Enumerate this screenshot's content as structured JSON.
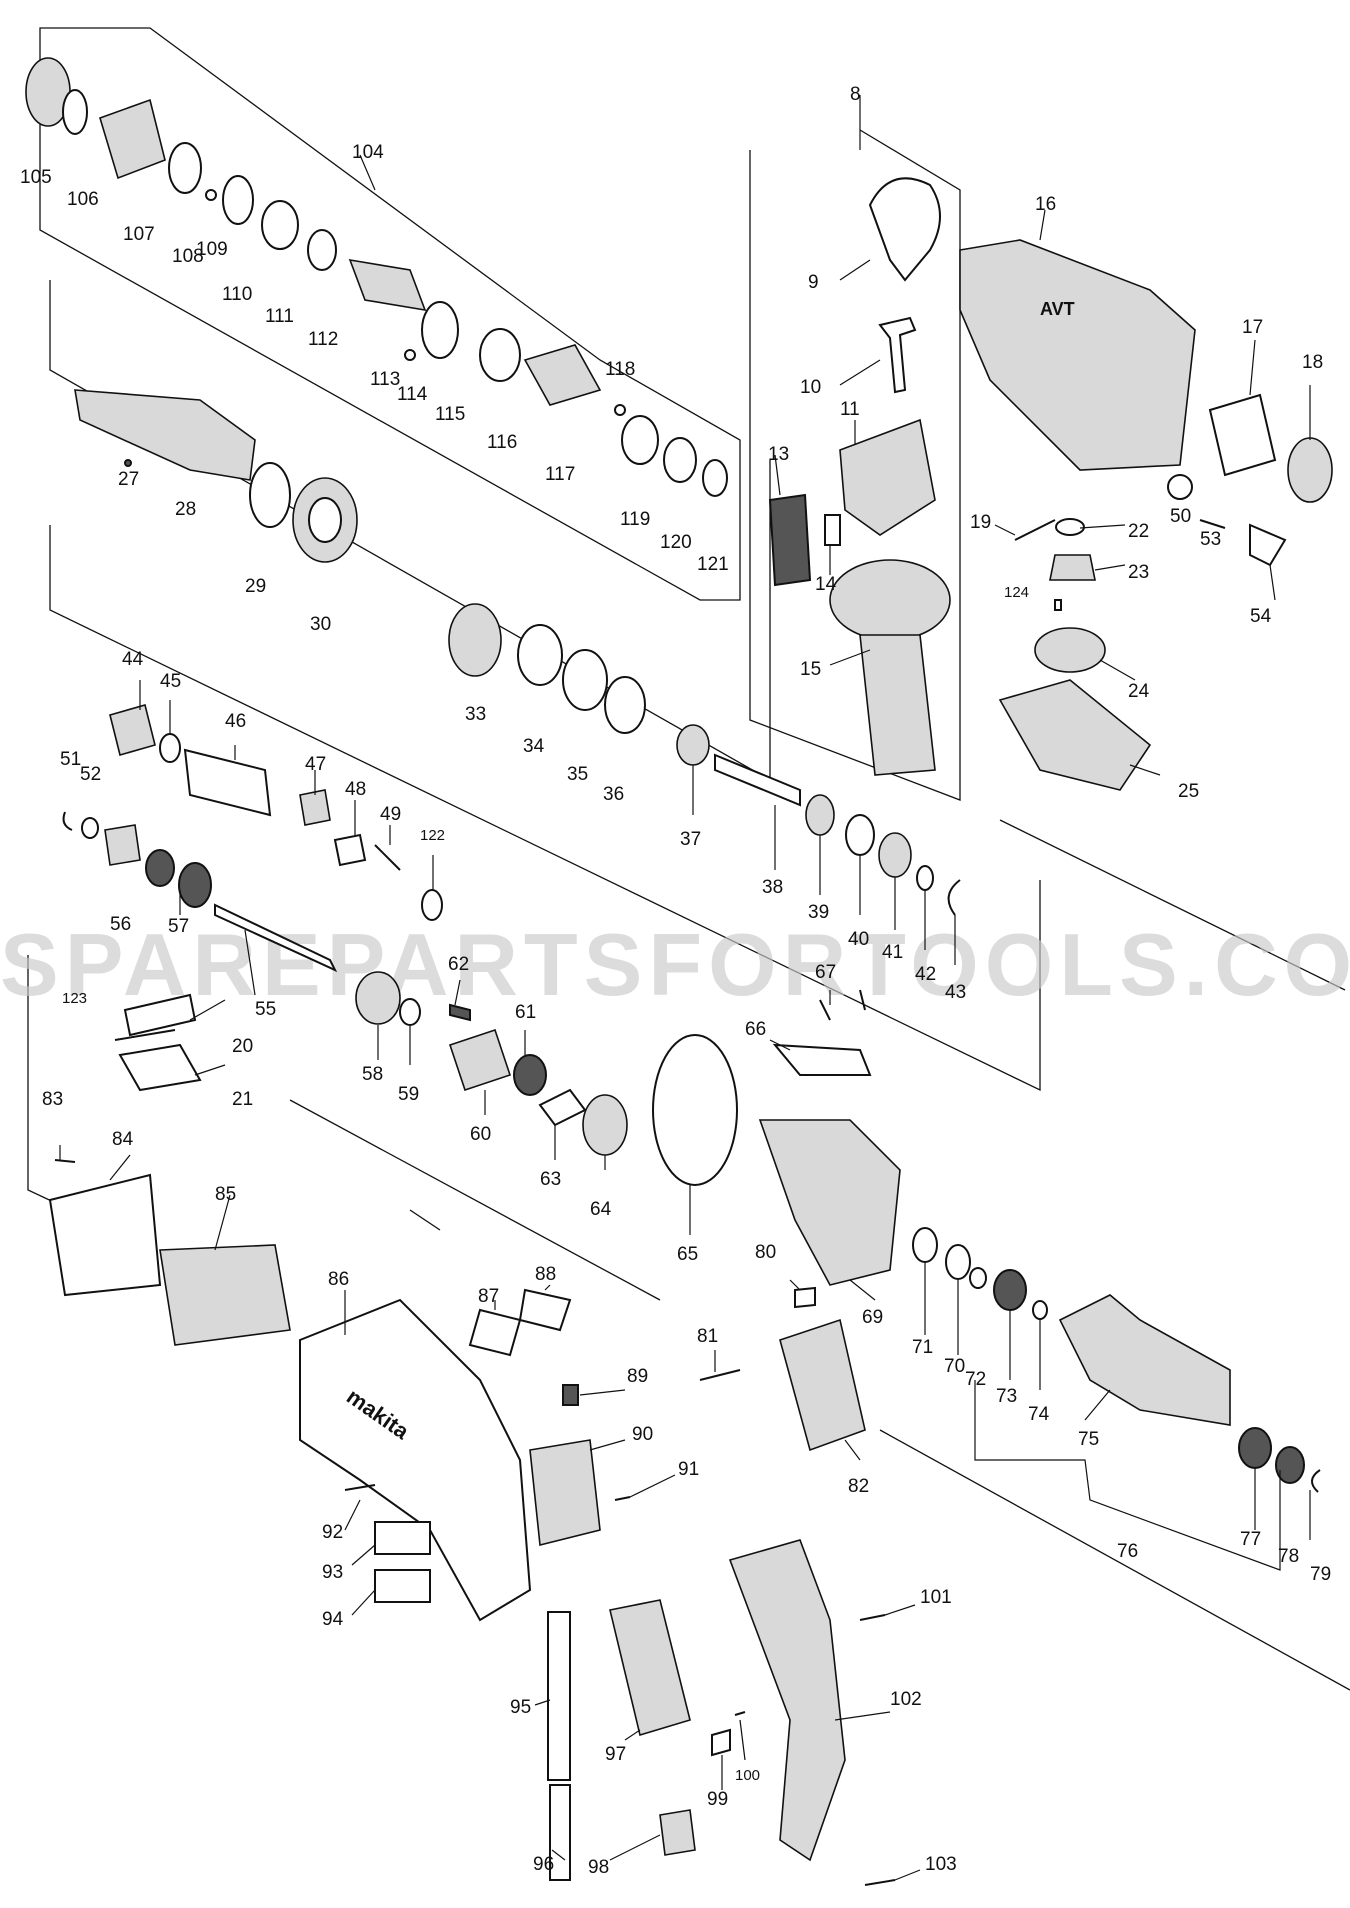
{
  "watermark": "SPAREPARTSFORTOOLS.COM.AU",
  "brand_text": "makita",
  "avt_text": "AVT",
  "parts": [
    {
      "id": "p105",
      "label": "105"
    },
    {
      "id": "p106",
      "label": "106"
    },
    {
      "id": "p107",
      "label": "107"
    },
    {
      "id": "p108",
      "label": "108"
    },
    {
      "id": "p109",
      "label": "109"
    },
    {
      "id": "p110",
      "label": "110"
    },
    {
      "id": "p111",
      "label": "111"
    },
    {
      "id": "p112",
      "label": "112"
    },
    {
      "id": "p104",
      "label": "104"
    },
    {
      "id": "p113",
      "label": "113"
    },
    {
      "id": "p114",
      "label": "114"
    },
    {
      "id": "p115",
      "label": "115"
    },
    {
      "id": "p116",
      "label": "116"
    },
    {
      "id": "p117",
      "label": "117"
    },
    {
      "id": "p118",
      "label": "118"
    },
    {
      "id": "p119",
      "label": "119"
    },
    {
      "id": "p120",
      "label": "120"
    },
    {
      "id": "p121",
      "label": "121"
    },
    {
      "id": "p27",
      "label": "27"
    },
    {
      "id": "p28",
      "label": "28"
    },
    {
      "id": "p29",
      "label": "29"
    },
    {
      "id": "p30",
      "label": "30"
    },
    {
      "id": "p8",
      "label": "8"
    },
    {
      "id": "p9",
      "label": "9"
    },
    {
      "id": "p10",
      "label": "10"
    },
    {
      "id": "p11",
      "label": "11"
    },
    {
      "id": "p13",
      "label": "13"
    },
    {
      "id": "p14",
      "label": "14"
    },
    {
      "id": "p15",
      "label": "15"
    },
    {
      "id": "p16",
      "label": "16"
    },
    {
      "id": "p17",
      "label": "17"
    },
    {
      "id": "p18",
      "label": "18"
    },
    {
      "id": "p19",
      "label": "19"
    },
    {
      "id": "p22",
      "label": "22"
    },
    {
      "id": "p23",
      "label": "23"
    },
    {
      "id": "p24",
      "label": "24"
    },
    {
      "id": "p25",
      "label": "25"
    },
    {
      "id": "p50",
      "label": "50"
    },
    {
      "id": "p53",
      "label": "53"
    },
    {
      "id": "p54",
      "label": "54"
    },
    {
      "id": "p124",
      "label": "124"
    },
    {
      "id": "p33",
      "label": "33"
    },
    {
      "id": "p34",
      "label": "34"
    },
    {
      "id": "p35",
      "label": "35"
    },
    {
      "id": "p36",
      "label": "36"
    },
    {
      "id": "p44",
      "label": "44"
    },
    {
      "id": "p45",
      "label": "45"
    },
    {
      "id": "p46",
      "label": "46"
    },
    {
      "id": "p47",
      "label": "47"
    },
    {
      "id": "p48",
      "label": "48"
    },
    {
      "id": "p49",
      "label": "49"
    },
    {
      "id": "p122",
      "label": "122"
    },
    {
      "id": "p51",
      "label": "51"
    },
    {
      "id": "p52",
      "label": "52"
    },
    {
      "id": "p56",
      "label": "56"
    },
    {
      "id": "p57",
      "label": "57"
    },
    {
      "id": "p55",
      "label": "55"
    },
    {
      "id": "p58",
      "label": "58"
    },
    {
      "id": "p59",
      "label": "59"
    },
    {
      "id": "p62",
      "label": "62"
    },
    {
      "id": "p61",
      "label": "61"
    },
    {
      "id": "p60",
      "label": "60"
    },
    {
      "id": "p63",
      "label": "63"
    },
    {
      "id": "p64",
      "label": "64"
    },
    {
      "id": "p37",
      "label": "37"
    },
    {
      "id": "p38",
      "label": "38"
    },
    {
      "id": "p39",
      "label": "39"
    },
    {
      "id": "p40",
      "label": "40"
    },
    {
      "id": "p41",
      "label": "41"
    },
    {
      "id": "p42",
      "label": "42"
    },
    {
      "id": "p43",
      "label": "43"
    },
    {
      "id": "p123",
      "label": "123"
    },
    {
      "id": "p20",
      "label": "20"
    },
    {
      "id": "p21",
      "label": "21"
    },
    {
      "id": "p67",
      "label": "67"
    },
    {
      "id": "p66",
      "label": "66"
    },
    {
      "id": "p65",
      "label": "65"
    },
    {
      "id": "p69",
      "label": "69"
    },
    {
      "id": "p80",
      "label": "80"
    },
    {
      "id": "p81",
      "label": "81"
    },
    {
      "id": "p82",
      "label": "82"
    },
    {
      "id": "p71",
      "label": "71"
    },
    {
      "id": "p70",
      "label": "70"
    },
    {
      "id": "p72",
      "label": "72"
    },
    {
      "id": "p73",
      "label": "73"
    },
    {
      "id": "p74",
      "label": "74"
    },
    {
      "id": "p75",
      "label": "75"
    },
    {
      "id": "p76",
      "label": "76"
    },
    {
      "id": "p77",
      "label": "77"
    },
    {
      "id": "p78",
      "label": "78"
    },
    {
      "id": "p79",
      "label": "79"
    },
    {
      "id": "p83",
      "label": "83"
    },
    {
      "id": "p84",
      "label": "84"
    },
    {
      "id": "p85",
      "label": "85"
    },
    {
      "id": "p86",
      "label": "86"
    },
    {
      "id": "p87",
      "label": "87"
    },
    {
      "id": "p88",
      "label": "88"
    },
    {
      "id": "p89",
      "label": "89"
    },
    {
      "id": "p90",
      "label": "90"
    },
    {
      "id": "p91",
      "label": "91"
    },
    {
      "id": "p92",
      "label": "92"
    },
    {
      "id": "p93",
      "label": "93"
    },
    {
      "id": "p94",
      "label": "94"
    },
    {
      "id": "p95",
      "label": "95"
    },
    {
      "id": "p96",
      "label": "96"
    },
    {
      "id": "p97",
      "label": "97"
    },
    {
      "id": "p98",
      "label": "98"
    },
    {
      "id": "p99",
      "label": "99"
    },
    {
      "id": "p100",
      "label": "100"
    },
    {
      "id": "p101",
      "label": "101"
    },
    {
      "id": "p102",
      "label": "102"
    },
    {
      "id": "p103",
      "label": "103"
    }
  ]
}
